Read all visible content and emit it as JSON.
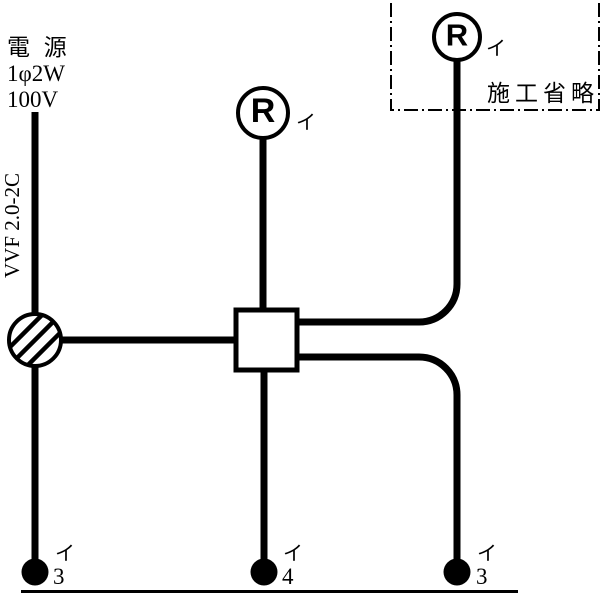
{
  "colors": {
    "ink": "#000000",
    "paper": "#ffffff"
  },
  "power_source": {
    "title": "電 源",
    "spec": "1φ2W",
    "voltage": "100V"
  },
  "cable": {
    "spec": "VVF 2.0-2C"
  },
  "lamp_top_center": {
    "symbol": "R",
    "circuit": "イ"
  },
  "lamp_top_right": {
    "symbol": "R",
    "circuit": "イ"
  },
  "omission_area": {
    "label": "施工省略"
  },
  "switch_left": {
    "circuit": "イ",
    "ways": "3"
  },
  "switch_center": {
    "circuit": "イ",
    "ways": "4"
  },
  "switch_right": {
    "circuit": "イ",
    "ways": "3"
  }
}
